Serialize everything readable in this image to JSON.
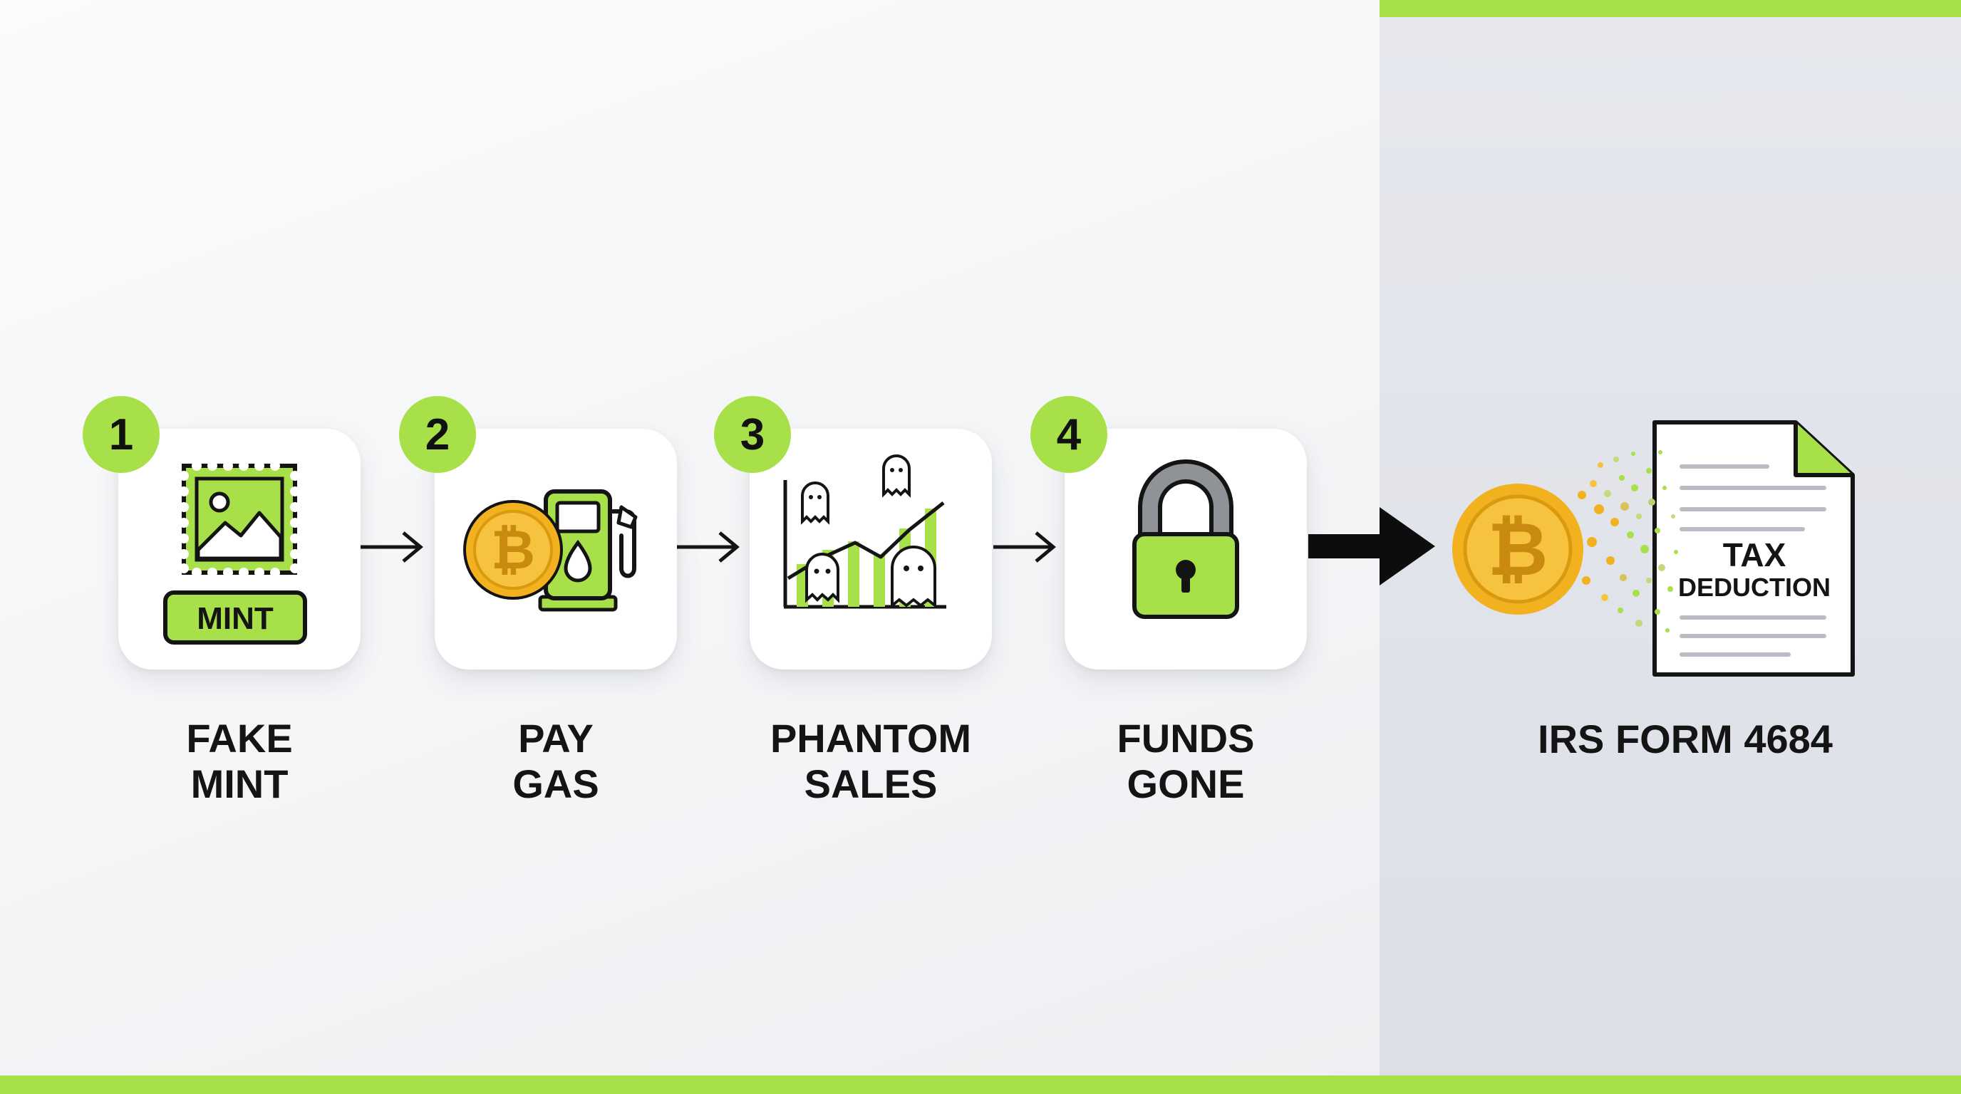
{
  "colors": {
    "accent": "#a8e04a",
    "coin": "#f2b11f",
    "ink": "#141414"
  },
  "steps": [
    {
      "number": "1",
      "title_line1": "FAKE",
      "title_line2": "MINT",
      "icon": "nft-mint-icon",
      "mint_label": "MINT"
    },
    {
      "number": "2",
      "title_line1": "PAY",
      "title_line2": "GAS",
      "icon": "gas-pump-bitcoin-icon"
    },
    {
      "number": "3",
      "title_line1": "PHANTOM",
      "title_line2": "SALES",
      "icon": "ghost-chart-icon"
    },
    {
      "number": "4",
      "title_line1": "FUNDS",
      "title_line2": "GONE",
      "icon": "padlock-icon"
    }
  ],
  "result": {
    "label": "IRS FORM 4684",
    "doc_line1": "TAX",
    "doc_line2": "DEDUCTION",
    "icon": "bitcoin-dissolving-into-document-icon"
  }
}
